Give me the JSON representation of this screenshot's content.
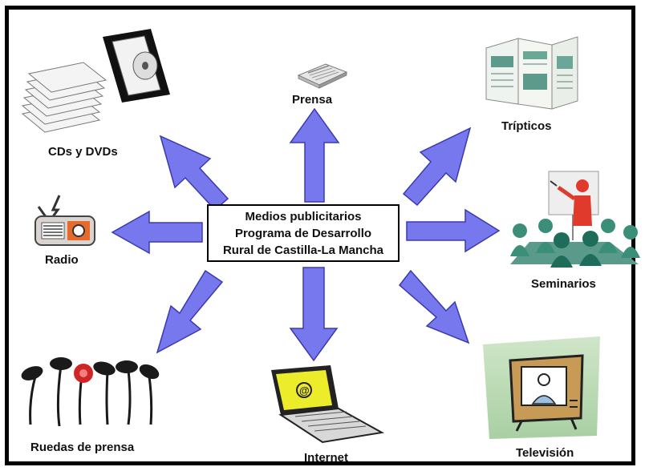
{
  "center": {
    "line1": "Medios publicitarios",
    "line2": "Programa de Desarrollo",
    "line3": "Rural de Castilla-La Mancha"
  },
  "nodes": {
    "prensa": "Prensa",
    "cds_dvds": "CDs y DVDs",
    "tripticos": "Trípticos",
    "radio": "Radio",
    "seminarios": "Seminarios",
    "ruedas": "Ruedas de prensa",
    "internet": "Internet",
    "television": "Televisión"
  },
  "colors": {
    "arrow_fill": "#7777ee",
    "arrow_stroke": "#3a3ab0",
    "border": "#000000"
  },
  "icons": [
    "newspaper-icon",
    "dvd-stack-icon",
    "brochure-icon",
    "radio-icon",
    "seminar-icon",
    "microphones-icon",
    "laptop-icon",
    "television-icon"
  ]
}
